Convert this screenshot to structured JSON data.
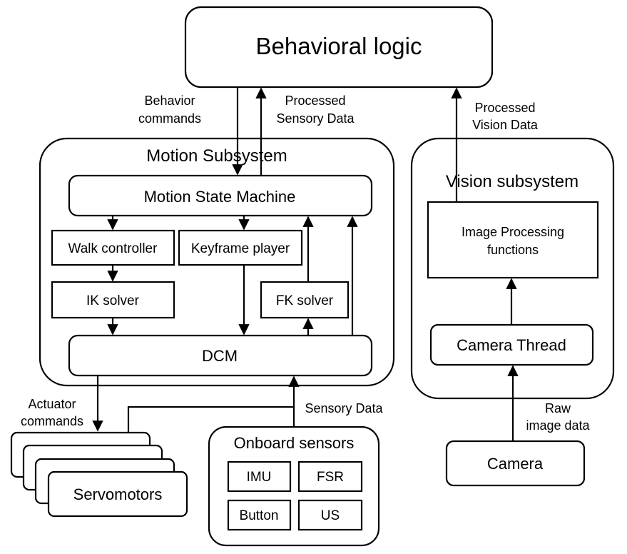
{
  "nodes": {
    "behavioral_logic": "Behavioral logic",
    "motion_subsystem": "Motion Subsystem",
    "motion_state_machine": "Motion State Machine",
    "walk_controller": "Walk controller",
    "keyframe_player": "Keyframe player",
    "ik_solver": "IK solver",
    "fk_solver": "FK solver",
    "dcm": "DCM",
    "vision_subsystem": "Vision subsystem",
    "image_processing_line1": "Image Processing",
    "image_processing_line2": "functions",
    "camera_thread": "Camera Thread",
    "camera": "Camera",
    "onboard_sensors": "Onboard sensors",
    "imu": "IMU",
    "fsr": "FSR",
    "button": "Button",
    "us": "US",
    "servomotors": "Servomotors"
  },
  "edges": {
    "behavior_commands_line1": "Behavior",
    "behavior_commands_line2": "commands",
    "processed_sensory_line1": "Processed",
    "processed_sensory_line2": "Sensory Data",
    "processed_vision_line1": "Processed",
    "processed_vision_line2": "Vision Data",
    "actuator_commands_line1": "Actuator",
    "actuator_commands_line2": "commands",
    "sensory_data": "Sensory Data",
    "raw_image_line1": "Raw",
    "raw_image_line2": "image data"
  }
}
